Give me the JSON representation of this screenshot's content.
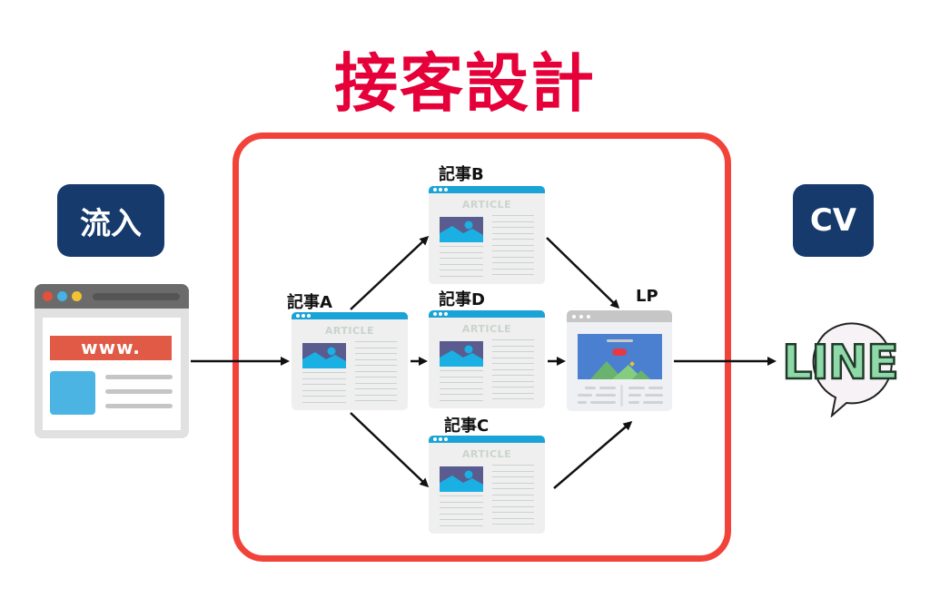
{
  "title": "接客設計",
  "inflow": {
    "label": "流入",
    "browser_text": "www."
  },
  "conversion": {
    "label": "CV",
    "channel_logo_text": "LINE"
  },
  "articles": [
    {
      "id": "a",
      "label": "記事A",
      "header": "ARTICLE"
    },
    {
      "id": "b",
      "label": "記事B",
      "header": "ARTICLE"
    },
    {
      "id": "d",
      "label": "記事D",
      "header": "ARTICLE"
    },
    {
      "id": "c",
      "label": "記事C",
      "header": "ARTICLE"
    }
  ],
  "landing_page": {
    "label": "LP"
  },
  "colors": {
    "title": "#e5003a",
    "frame": "#f2433a",
    "badge": "#163a6c",
    "article_bar": "#1aa3d6",
    "line_green": "#8fd9a8"
  }
}
